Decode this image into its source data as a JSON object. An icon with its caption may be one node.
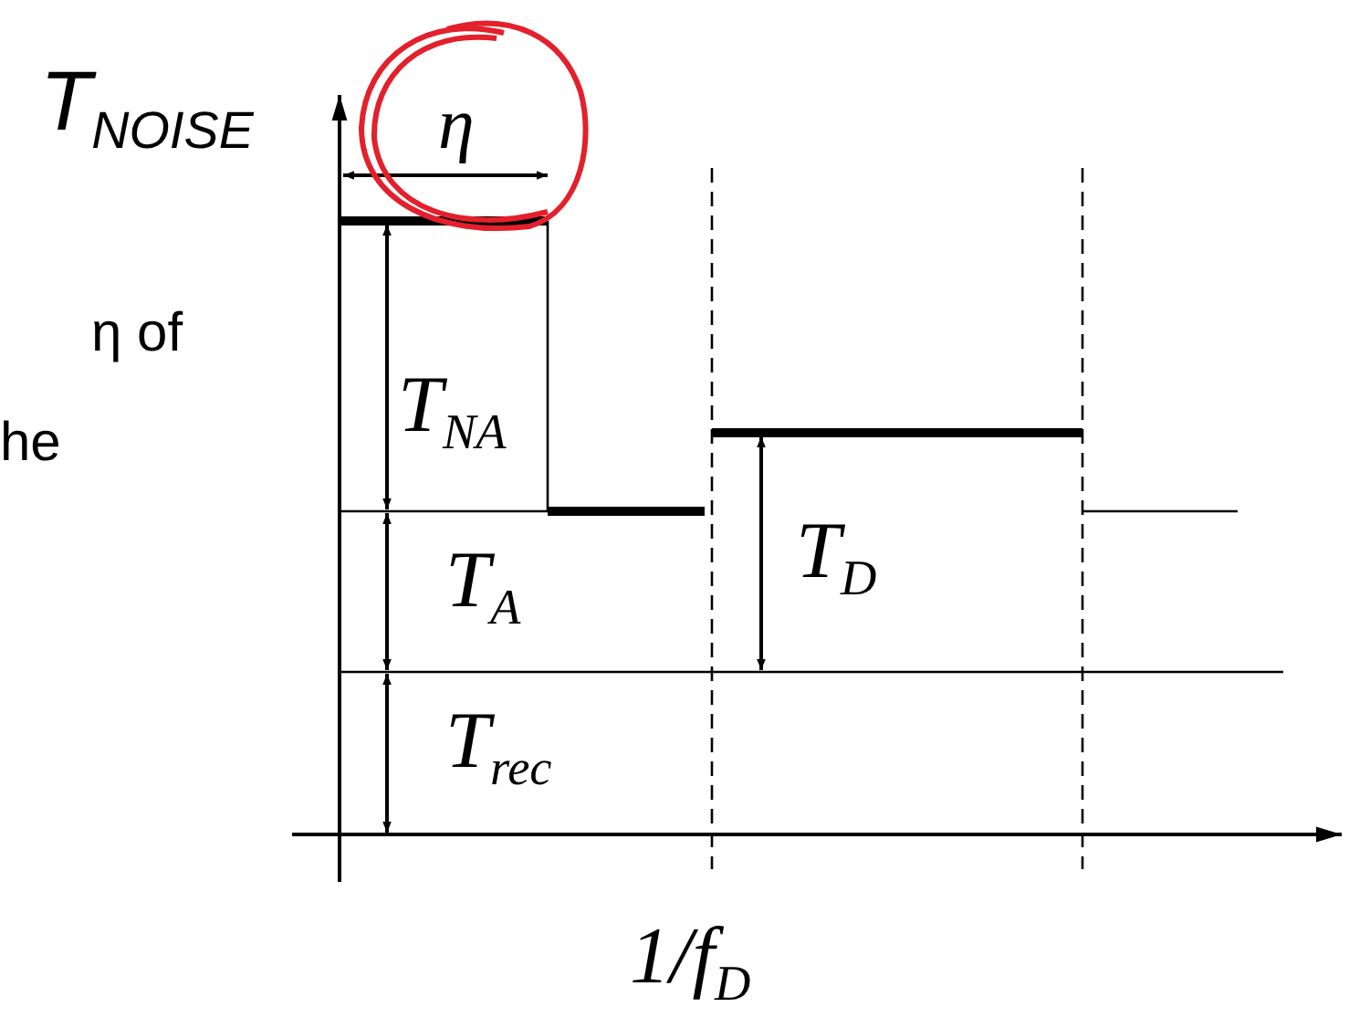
{
  "diagram": {
    "labels": [
      "T$_{NOISE}$",
      "η",
      "η of",
      "he",
      "T$_{NA}$",
      "T$_{A}$",
      "T$_{D}$",
      "T$_{rec}$",
      "1/f$_{D}$"
    ]
  }
}
